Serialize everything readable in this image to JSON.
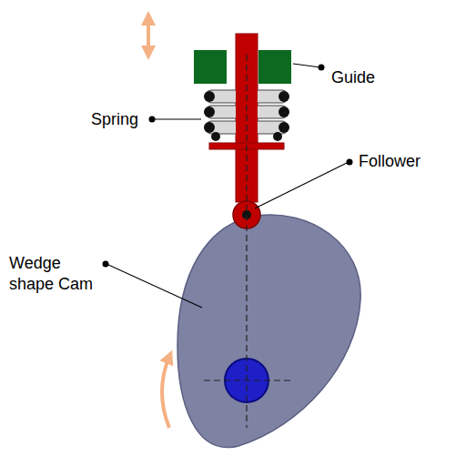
{
  "diagram": {
    "labels": [
      "Guide",
      "Spring",
      "Follower",
      "Wedge shape Cam"
    ]
  }
}
